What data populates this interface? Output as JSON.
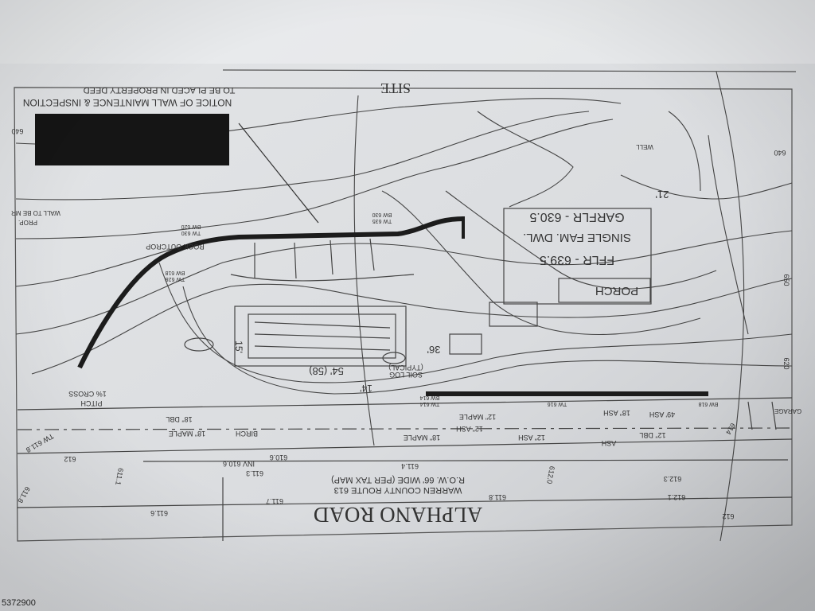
{
  "sheet_title": "SITE",
  "notice": {
    "line1": "NOTICE OF WALL MAINTENCE & INSPECTION",
    "line2": "TO BE PLACED IN PROPERTY DEED"
  },
  "dwelling": {
    "type": "SINGLE FAM. DWL.",
    "ffl": "FFLR  -  639.5",
    "garage_floor": "GARFLR  -  630.5",
    "porch": "PORCH"
  },
  "road": {
    "name": "ALPHANO ROAD",
    "route": "WARREN COUNTY ROUTE 613",
    "row": "R.O.W. 66' WIDE (PER TAX MAP)"
  },
  "labels": {
    "rock_outcrop": "ROCK OUTCROP",
    "soil_log": "SOIL LOG",
    "soil_log_typ": "(TYPICAL)",
    "dim_54": "54' (58)",
    "dim_14": "14'",
    "dim_15": "15'",
    "dim_36": "36'",
    "dim_21": "21'",
    "cross_pitch_1": "1% CROSS",
    "cross_pitch_2": "PITCH",
    "prop_wall_1": "PROP.",
    "prop_wall_2": "WALL TO BE MR",
    "well": "WELL",
    "garage": "GARAGE"
  },
  "trees": [
    "18\" DBL",
    "18\" MAPLE",
    "BIRCH",
    "18\" MAPLE",
    "12\" ASH",
    "12\" MAPLE",
    "12\" ASH",
    "18\" ASH",
    "49' ASH",
    "12\" DBL",
    "ASH"
  ],
  "contours": [
    "640",
    "640",
    "650",
    "620",
    "612",
    "614",
    "612"
  ],
  "elevations": [
    "611.8",
    "611.6",
    "611.7",
    "611.3",
    "610.6",
    "611.4",
    "611.8",
    "612.0",
    "612.3",
    "612.1",
    "611.1",
    "INV 610.6",
    "TW 611.8"
  ],
  "wall_labels": [
    "BW 620",
    "TW 630",
    "BW 618",
    "TW 628",
    "BW 630",
    "TW 635",
    "TW 614",
    "BW 614",
    "TW 616",
    "BW 618"
  ],
  "photo_id": "5372900"
}
